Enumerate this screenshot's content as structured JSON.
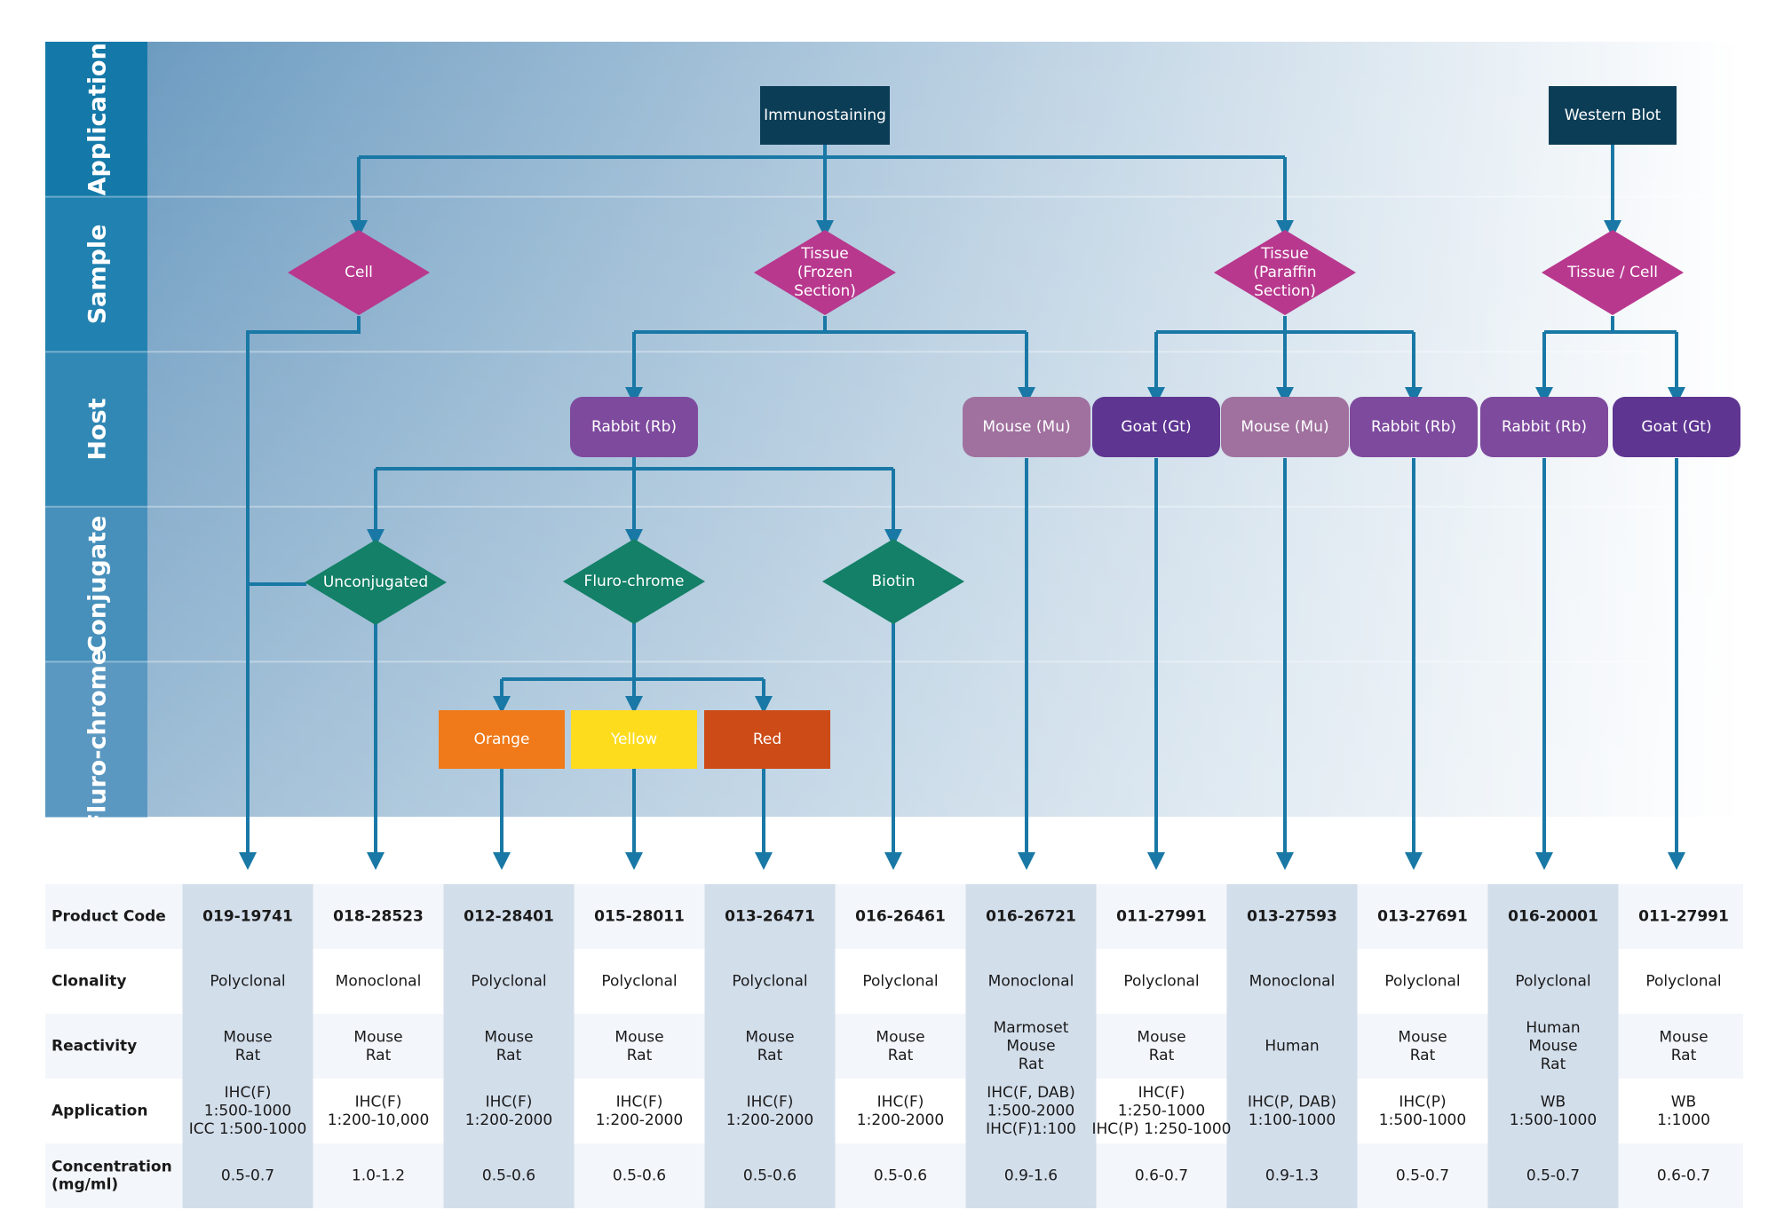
{
  "bands": [
    "Application",
    "Sample",
    "Host",
    "Conjugate",
    "Fluro-chrome"
  ],
  "colors": {
    "band_left": "#1479a8",
    "gradient_start": "#6d9cc1",
    "gradient_end": "#ffffff",
    "line": "#1978a5",
    "application_node": "#0c3d56",
    "sample_node": "#b8388e",
    "host_dark": "#5e3591",
    "host_medium": "#7e4a9e",
    "host_light": "#a0719f",
    "conjugate_node": "#138067",
    "orange": "#f07a19",
    "yellow": "#fddc1e",
    "red": "#cc4b16",
    "table_shade": "#d3deeb",
    "table_row": "#f3f6fa"
  },
  "applications": [
    {
      "id": "immunostaining",
      "label": "Immunostaining"
    },
    {
      "id": "western_blot",
      "label": "Western Blot"
    }
  ],
  "samples": [
    {
      "id": "cell",
      "lines": [
        "Cell"
      ]
    },
    {
      "id": "tissue_frozen",
      "lines": [
        "Tissue",
        "(Frozen",
        "Section)"
      ]
    },
    {
      "id": "tissue_paraffin",
      "lines": [
        "Tissue",
        "(Paraffin",
        "Section)"
      ]
    },
    {
      "id": "tissue_cell",
      "lines": [
        "Tissue / Cell"
      ]
    }
  ],
  "hosts": [
    {
      "id": "rabbit_1",
      "label": "Rabbit (Rb)",
      "tone": "host_medium"
    },
    {
      "id": "mouse_1",
      "label": "Mouse (Mu)",
      "tone": "host_light"
    },
    {
      "id": "goat_1",
      "label": "Goat (Gt)",
      "tone": "host_dark"
    },
    {
      "id": "mouse_2",
      "label": "Mouse (Mu)",
      "tone": "host_light"
    },
    {
      "id": "rabbit_2",
      "label": "Rabbit (Rb)",
      "tone": "host_medium"
    },
    {
      "id": "rabbit_3",
      "label": "Rabbit (Rb)",
      "tone": "host_medium"
    },
    {
      "id": "goat_2",
      "label": "Goat (Gt)",
      "tone": "host_dark"
    }
  ],
  "conjugates": [
    {
      "id": "unconjugated",
      "label": "Unconjugated"
    },
    {
      "id": "fluorochrome",
      "label": "Fluro-chrome"
    },
    {
      "id": "biotin",
      "label": "Biotin"
    }
  ],
  "fluorochromes": [
    {
      "id": "orange",
      "label": "Orange",
      "color": "#f07a19"
    },
    {
      "id": "yellow",
      "label": "Yellow",
      "color": "#fddc1e"
    },
    {
      "id": "red",
      "label": "Red",
      "color": "#cc4b16"
    }
  ],
  "table": {
    "row_labels": [
      [
        "Product Code"
      ],
      [
        "Clonality"
      ],
      [
        "Reactivity"
      ],
      [
        "Application"
      ],
      [
        "Concentration",
        "(mg/ml)"
      ]
    ],
    "columns": [
      {
        "code": "019-19741",
        "clonality": "Polyclonal",
        "reactivity": [
          "Mouse",
          "Rat"
        ],
        "application": [
          "IHC(F)",
          "1:500-1000",
          "ICC 1:500-1000"
        ],
        "concentration": "0.5-0.7"
      },
      {
        "code": "018-28523",
        "clonality": "Monoclonal",
        "reactivity": [
          "Mouse",
          "Rat"
        ],
        "application": [
          "IHC(F)",
          "1:200-10,000"
        ],
        "concentration": "1.0-1.2"
      },
      {
        "code": "012-28401",
        "clonality": "Polyclonal",
        "reactivity": [
          "Mouse",
          "Rat"
        ],
        "application": [
          "IHC(F)",
          "1:200-2000"
        ],
        "concentration": "0.5-0.6"
      },
      {
        "code": "015-28011",
        "clonality": "Polyclonal",
        "reactivity": [
          "Mouse",
          "Rat"
        ],
        "application": [
          "IHC(F)",
          "1:200-2000"
        ],
        "concentration": "0.5-0.6"
      },
      {
        "code": "013-26471",
        "clonality": "Polyclonal",
        "reactivity": [
          "Mouse",
          "Rat"
        ],
        "application": [
          "IHC(F)",
          "1:200-2000"
        ],
        "concentration": "0.5-0.6"
      },
      {
        "code": "016-26461",
        "clonality": "Polyclonal",
        "reactivity": [
          "Mouse",
          "Rat"
        ],
        "application": [
          "IHC(F)",
          "1:200-2000"
        ],
        "concentration": "0.5-0.6"
      },
      {
        "code": "016-26721",
        "clonality": "Monoclonal",
        "reactivity": [
          "Marmoset",
          "Mouse",
          "Rat"
        ],
        "application": [
          "IHC(F, DAB)",
          "1:500-2000",
          "IHC(F)1:100"
        ],
        "concentration": "0.9-1.6"
      },
      {
        "code": "011-27991",
        "clonality": "Polyclonal",
        "reactivity": [
          "Mouse",
          "Rat"
        ],
        "application": [
          "IHC(F)",
          "1:250-1000",
          "IHC(P) 1:250-1000"
        ],
        "concentration": "0.6-0.7"
      },
      {
        "code": "013-27593",
        "clonality": "Monoclonal",
        "reactivity": [
          "Human"
        ],
        "application": [
          "IHC(P, DAB)",
          "1:100-1000"
        ],
        "concentration": "0.9-1.3"
      },
      {
        "code": "013-27691",
        "clonality": "Polyclonal",
        "reactivity": [
          "Mouse",
          "Rat"
        ],
        "application": [
          "IHC(P)",
          "1:500-1000"
        ],
        "concentration": "0.5-0.7"
      },
      {
        "code": "016-20001",
        "clonality": "Polyclonal",
        "reactivity": [
          "Human",
          "Mouse",
          "Rat"
        ],
        "application": [
          "WB",
          "1:500-1000"
        ],
        "concentration": "0.5-0.7"
      },
      {
        "code": "011-27991",
        "clonality": "Polyclonal",
        "reactivity": [
          "Mouse",
          "Rat"
        ],
        "application": [
          "WB",
          "1:1000"
        ],
        "concentration": "0.6-0.7"
      }
    ]
  }
}
